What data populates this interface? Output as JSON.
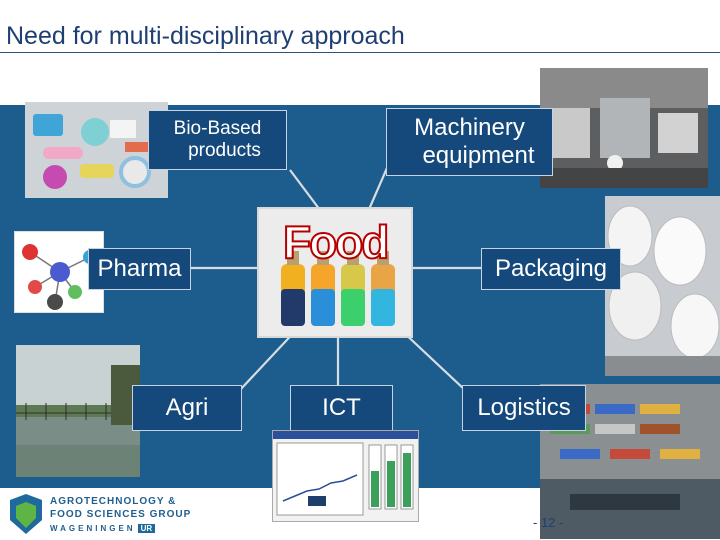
{
  "slide": {
    "title": "Need for multi-disciplinary approach",
    "page_number": "- 12 -"
  },
  "center": {
    "word": "Food"
  },
  "labels": {
    "bio_based_line1": "Bio-Based",
    "bio_based_line2": "products",
    "machinery_line1": "Machinery",
    "machinery_line2": "equipment",
    "pharma": "Pharma",
    "packaging": "Packaging",
    "agri": "Agri",
    "ict": "ICT",
    "logistics": "Logistics"
  },
  "logo": {
    "line1": "AGROTECHNOLOGY &",
    "line2": "FOOD SCIENCES GROUP",
    "line3": "WAGENINGEN",
    "line3_suffix": "UR"
  },
  "icons": {
    "bio_based": "plastic-products-photo",
    "machinery": "factory-machinery-photo",
    "pharma": "molecule-model-photo",
    "packaging": "paper-rolls-photo",
    "agri": "field-landscape-photo",
    "ict": "software-screenshot",
    "logistics": "container-port-photo",
    "food": "colored-bottles-photo"
  },
  "colors": {
    "panel": "#1d5d8d",
    "label_bg": "#15497b",
    "title": "#1f3f73",
    "food_outline": "#b60000"
  }
}
